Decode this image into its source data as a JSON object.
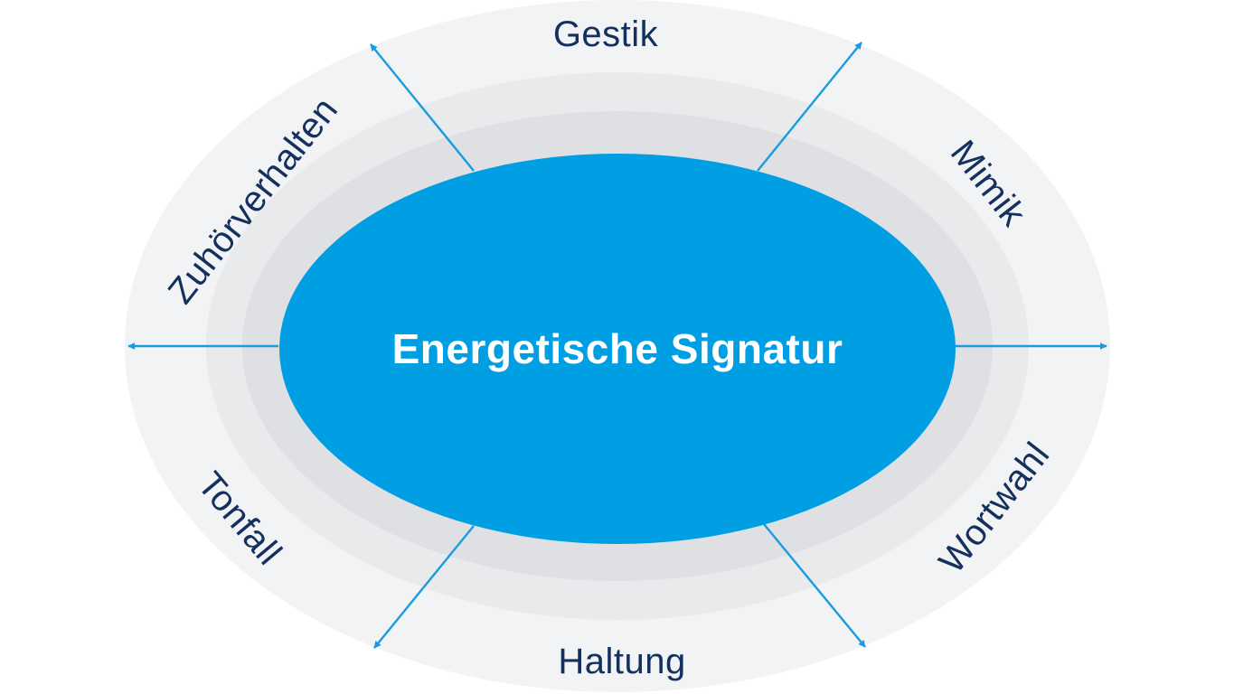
{
  "center": {
    "label": "Energetische Signatur"
  },
  "labels": {
    "top": "Gestik",
    "top_right": "Mimik",
    "bottom_right": "Wortwahl",
    "bottom": "Haltung",
    "bottom_left": "Tonfall",
    "top_left": "Zuhörverhalten"
  },
  "colors": {
    "center_fill": "#009ee3",
    "arrow": "#1a9be0",
    "ring_outer": "#f2f3f4",
    "ring_middle": "#e9eaec",
    "ring_inner": "#dfe0e3",
    "label_text": "#14305e"
  }
}
